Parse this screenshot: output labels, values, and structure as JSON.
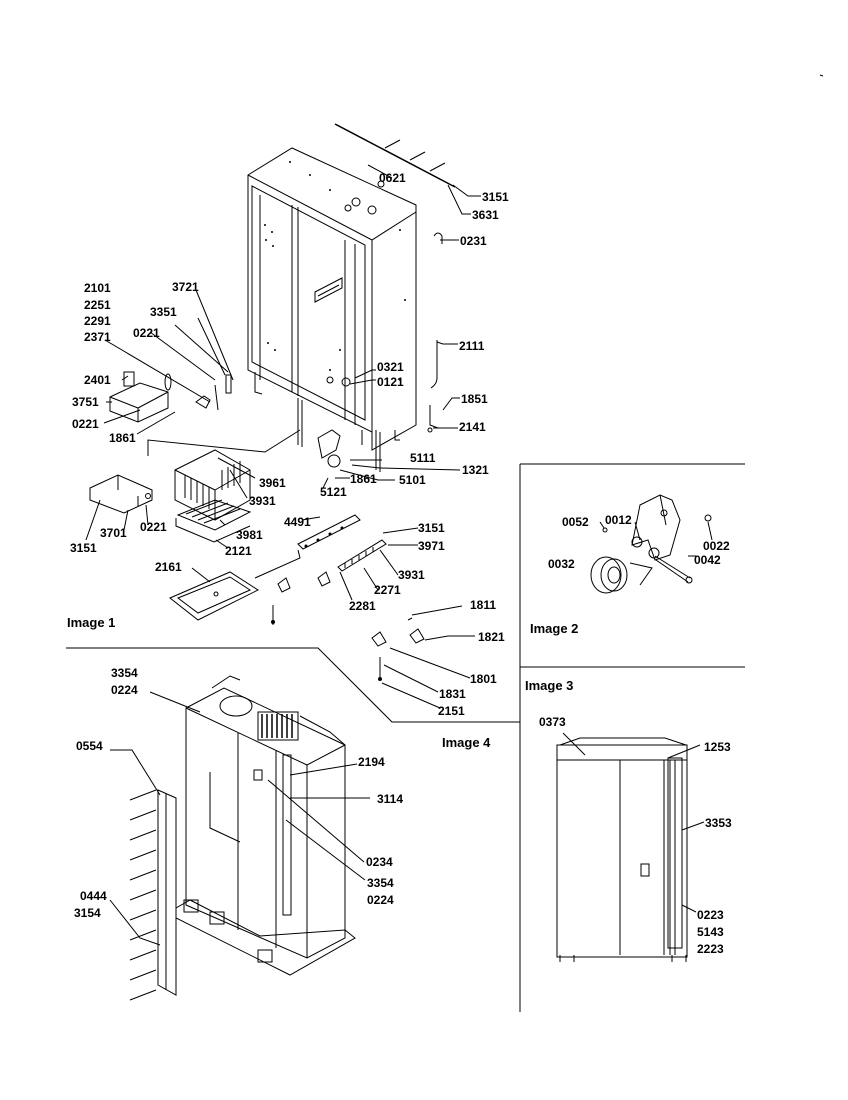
{
  "panels": [
    {
      "key": "image1",
      "label": "Image 1"
    },
    {
      "key": "image2",
      "label": "Image 2"
    },
    {
      "key": "image3",
      "label": "Image 3"
    },
    {
      "key": "image4",
      "label": "Image 4"
    }
  ],
  "parts": {
    "p0621": "0621",
    "p3151a": "3151",
    "p3631": "3631",
    "p0231": "0231",
    "p2111": "2111",
    "p1851": "1851",
    "p2141": "2141",
    "p0321": "0321",
    "p0121": "0121",
    "p2101": "2101",
    "p2251": "2251",
    "p2291": "2291",
    "p2371": "2371",
    "p3721": "3721",
    "p3351": "3351",
    "p0221a": "0221",
    "p2401": "2401",
    "p3751": "3751",
    "p0221b": "0221",
    "p1861a": "1861",
    "p5111": "5111",
    "p1321": "1321",
    "p1861b": "1861",
    "p5101": "5101",
    "p5121": "5121",
    "p3961a": "3961",
    "p3931a": "3931",
    "p3981": "3981",
    "p2121": "2121",
    "p4491": "4491",
    "p3151b": "3151",
    "p3971": "3971",
    "p3931b": "3931",
    "p2271": "2271",
    "p2281": "2281",
    "p2161": "2161",
    "p3151c": "3151",
    "p3701": "3701",
    "p0221c": "0221",
    "p1811": "1811",
    "p1821": "1821",
    "p1801": "1801",
    "p1831": "1831",
    "p2151": "2151",
    "p0052": "0052",
    "p0012": "0012",
    "p0022": "0022",
    "p0032": "0032",
    "p0042": "0042",
    "p0373": "0373",
    "p1253": "1253",
    "p3353": "3353",
    "p0223": "0223",
    "p5143": "5143",
    "p2223": "2223",
    "p3354a": "3354",
    "p0224a": "0224",
    "p0554": "0554",
    "p2194": "2194",
    "p3114": "3114",
    "p0234": "0234",
    "p3354b": "3354",
    "p0224b": "0224",
    "p0444": "0444",
    "p3154": "3154"
  }
}
